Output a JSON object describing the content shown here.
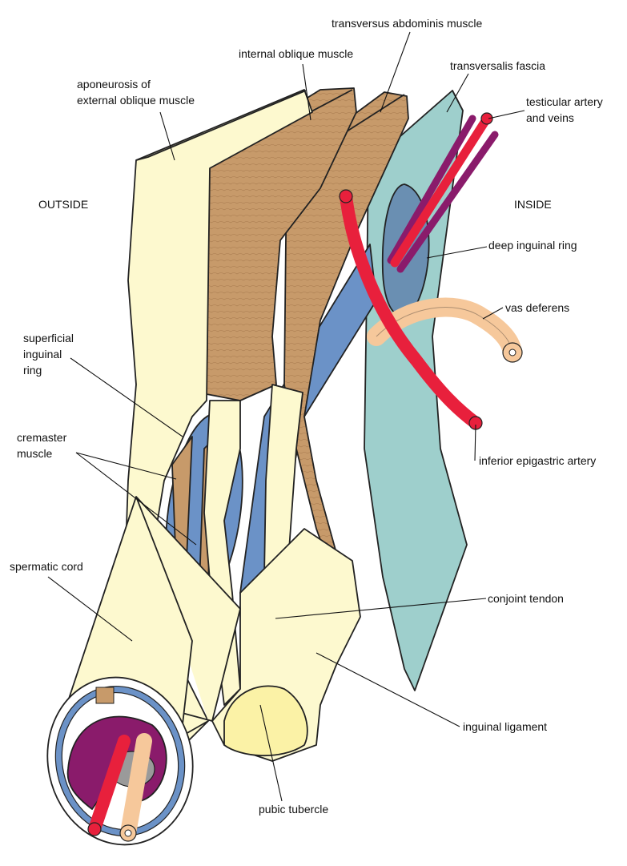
{
  "labels": {
    "transversus": "transversus abdominis muscle",
    "internal_oblique": "internal oblique muscle",
    "transversalis_fascia": "transversalis fascia",
    "aponeurosis_l1": "aponeurosis of",
    "aponeurosis_l2": "external oblique muscle",
    "testicular_l1": "testicular artery",
    "testicular_l2": "and veins",
    "outside": "OUTSIDE",
    "inside": "INSIDE",
    "deep_ring": "deep inguinal ring",
    "vas_deferens": "vas deferens",
    "superficial_l1": "superficial",
    "superficial_l2": "inguinal",
    "superficial_l3": "ring",
    "cremaster_l1": "cremaster",
    "cremaster_l2": "muscle",
    "inferior_epigastric": "inferior epigastric artery",
    "spermatic_cord": "spermatic cord",
    "conjoint_tendon": "conjoint tendon",
    "inguinal_ligament": "inguinal ligament",
    "pubic_tubercle": "pubic tubercle"
  },
  "colors": {
    "aponeurosis": "#fdf9cf",
    "muscle": "#c79a6a",
    "muscle_edge": "#9b7048",
    "fascia": "#9ecfcc",
    "cord_blue": "#6b92c7",
    "artery": "#e8203c",
    "vein_purple": "#8a1b6b",
    "vas": "#f6c89b",
    "outline": "#222222"
  }
}
